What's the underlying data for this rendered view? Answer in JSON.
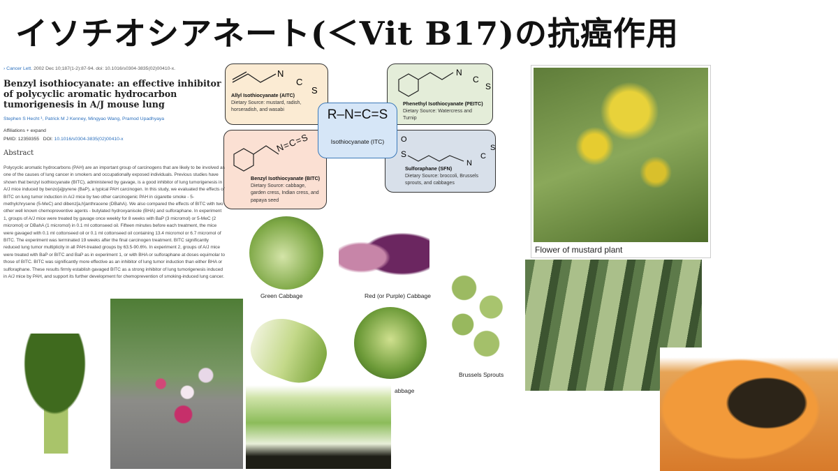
{
  "title": "イソチオシアネート(＜Vit B17)の抗癌作用",
  "article": {
    "journal": "Cancer Lett.",
    "citation": "2002 Dec 10;187(1-2):87-94. doi: 10.1016/s0304-3835(02)00410-x.",
    "heading": "Benzyl isothiocyanate: an effective inhibitor of polycyclic aromatic hydrocarbon tumorigenesis in A/J mouse lung",
    "authors": "Stephen S Hecht ¹, Patrick M J Kenney, Mingyao Wang, Pramod Upadhyaya",
    "affiliations": "Affiliations",
    "expand": "+ expand",
    "pmid": "PMID: 12359355",
    "doi_label": "DOI:",
    "doi": "10.1016/s0304-3835(02)00410-x",
    "abstract_heading": "Abstract",
    "abstract": "Polycyclic aromatic hydrocarbons (PAH) are an important group of carcinogens that are likely to be involved as one of the causes of lung cancer in smokers and occupationally exposed individuals. Previous studies have shown that benzyl isothiocyanate (BITC), administered by gavage, is a good inhibitor of lung tumorigenesis in A/J mice induced by benzo[a]pyrene (BaP), a typical PAH carcinogen. In this study, we evaluated the effects of BITC on lung tumor induction in A/J mice by two other carcinogenic PAH in cigarette smoke - 5-methylchrysene (5-MeC) and dibenz[a,h]anthracene (DBahA). We also compared the effects of BITC with two other well known chemopreventive agents - butylated hydroxyanisole (BHA) and sulforaphane. In experiment 1, groups of A/J mice were treated by gavage once weekly for 8 weeks with BaP (3 micromol) or 5-MeC (2 micromol) or DBahA (1 micromol) in 0.1 ml cottonseed oil. Fifteen minutes before each treatment, the mice were gavaged with 0.1 ml cottonseed oil or 0.1 ml cottonseed oil containing 13.4 micromol or 6.7 micromol of BITC. The experiment was terminated 19 weeks after the final carcinogen treatment. BITC significantly reduced lung tumor multiplicity in all PAH-treated groups by 63.5-90.6%. In experiment 2, groups of A/J mice were treated with BaP or BITC and BaP as in experiment 1, or with BHA or sulforaphane at doses equimolar to those of BITC. BITC was significantly more effective as an inhibitor of lung tumor induction than either BHA or sulforaphane. These results firmly establish gavaged BITC as a strong inhibitor of lung tumorigenesis induced in A/J mice by PAH, and support its further development for chemoprevention of smoking-induced lung cancer."
  },
  "diagram": {
    "center": {
      "formula": "R–N=C=S",
      "name": "Isothiocyanate (ITC)",
      "color": "#d6e6f7"
    },
    "aitc": {
      "name": "Allyl Isothiocyanate (AITC)",
      "source": "Dietary Source: mustard, radish, horseradish, and wasabi",
      "color": "#fbebd3"
    },
    "peitc": {
      "name": "Phenethyl Isothiocyanate (PEITC)",
      "source": "Dietary Source: Watercress and Turnip",
      "color": "#e4edd9"
    },
    "bitc": {
      "name": "Benzyl Isothiocyanate (BITC)",
      "source": "Dietary Source: cabbage, garden cress, Indian cress, and papaya seed",
      "color": "#fbe0d3"
    },
    "sfn": {
      "name": "Sulforaphane (SFN)",
      "source": "Dietary Source:  broccoli, Brussels sprouts, and cabbages",
      "color": "#d8e0ea"
    },
    "ncs": "N=C=S"
  },
  "photos": {
    "mustard_caption": "Flower of mustard plant",
    "green_cabbage": "Green Cabbage",
    "red_cabbage": "Red (or Purple) Cabbage",
    "brussels": "Brussels Sprouts",
    "savoy_partial": "abbage"
  }
}
